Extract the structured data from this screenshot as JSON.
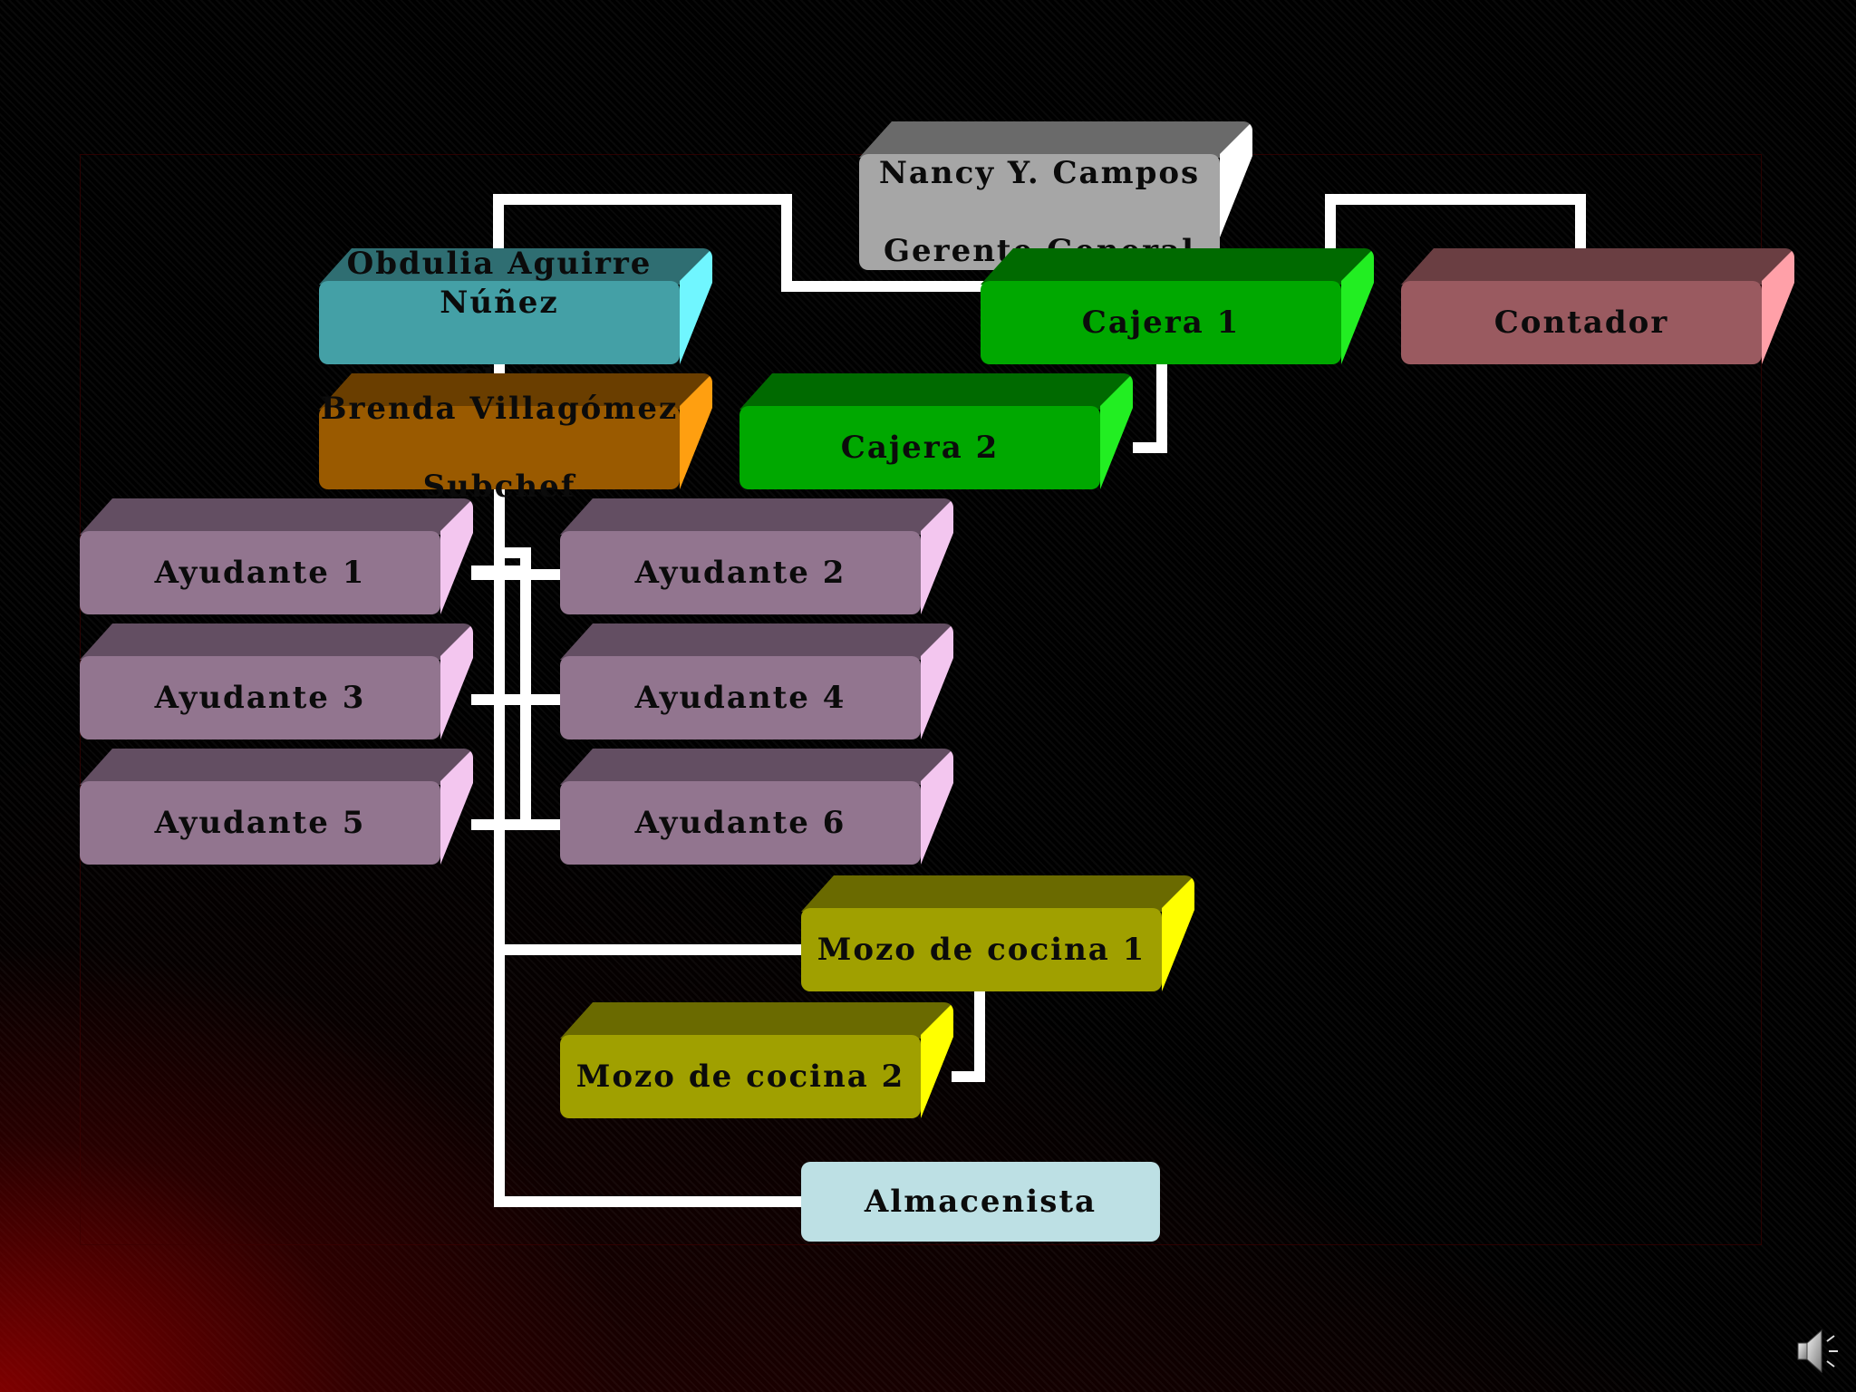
{
  "nodes": {
    "gerente": {
      "name": "Nancy Y. Campos",
      "title": "Gerente General"
    },
    "chef": {
      "name": "Obdulia Aguirre Núñez",
      "title": "Chef"
    },
    "subchef": {
      "name": "Brenda  Villagómez",
      "title": "Subchef"
    },
    "cajera1": {
      "label": "Cajera 1"
    },
    "cajera2": {
      "label": "Cajera 2"
    },
    "contador": {
      "label": "Contador"
    },
    "ayudante1": {
      "label": "Ayudante  1"
    },
    "ayudante2": {
      "label": "Ayudante 2"
    },
    "ayudante3": {
      "label": "Ayudante 3"
    },
    "ayudante4": {
      "label": "Ayudante 4"
    },
    "ayudante5": {
      "label": "Ayudante 5"
    },
    "ayudante6": {
      "label": "Ayudante 6"
    },
    "mozo1": {
      "label": "Mozo de cocina 1"
    },
    "mozo2": {
      "label": "Mozo de cocina 2"
    },
    "almacenista": {
      "label": "Almacenista"
    }
  },
  "colors": {
    "gray": "#a6a6a6",
    "teal": "#44a0a6",
    "orange": "#9a5a00",
    "green": "#00a800",
    "rose": "#9a5a60",
    "mauve": "#92758f",
    "olive": "#a0a000",
    "lightblue": "#bde0e4",
    "connector": "#ffffff"
  }
}
